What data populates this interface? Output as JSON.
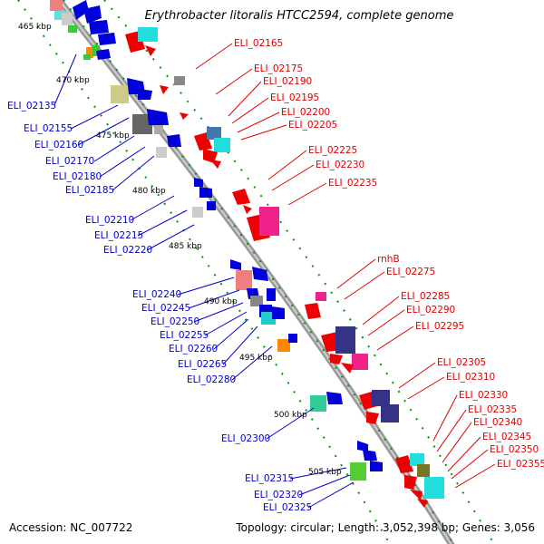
{
  "title": "Erythrobacter litoralis HTCC2594, complete genome",
  "footer": {
    "accession": "Accession: NC_007722",
    "topology": "Topology: circular; Length: 3,052,398 bp; Genes: 3,056"
  },
  "colors": {
    "backbone": "#999999",
    "forward_label": "#dd0000",
    "reverse_label": "#0000cc",
    "tick": "#009900"
  },
  "kbp_marks": [
    {
      "label": "465 kbp"
    },
    {
      "label": "470 kbp"
    },
    {
      "label": "475 kbp"
    },
    {
      "label": "480 kbp"
    },
    {
      "label": "485 kbp"
    },
    {
      "label": "490 kbp"
    },
    {
      "label": "495 kbp"
    },
    {
      "label": "500 kbp"
    },
    {
      "label": "505 kbp"
    }
  ],
  "left_labels": [
    "ELI_02135",
    "ELI_02155",
    "ELI_02160",
    "ELI_02170",
    "ELI_02180",
    "ELI_02185",
    "ELI_02210",
    "ELI_02215",
    "ELI_02220",
    "ELI_02240",
    "ELI_02245",
    "ELI_02250",
    "ELI_02255",
    "ELI_02260",
    "ELI_02265",
    "ELI_02280",
    "ELI_02300",
    "ELI_02315",
    "ELI_02320",
    "ELI_02325"
  ],
  "right_labels": [
    "ELI_02165",
    "ELI_02175",
    "ELI_02190",
    "ELI_02195",
    "ELI_02200",
    "ELI_02205",
    "ELI_02225",
    "ELI_02230",
    "ELI_02235",
    "rnhB",
    "ELI_02275",
    "ELI_02285",
    "ELI_02290",
    "ELI_02295",
    "ELI_02305",
    "ELI_02310",
    "ELI_02330",
    "ELI_02335",
    "ELI_02340",
    "ELI_02345",
    "ELI_02350",
    "ELI_02355"
  ]
}
